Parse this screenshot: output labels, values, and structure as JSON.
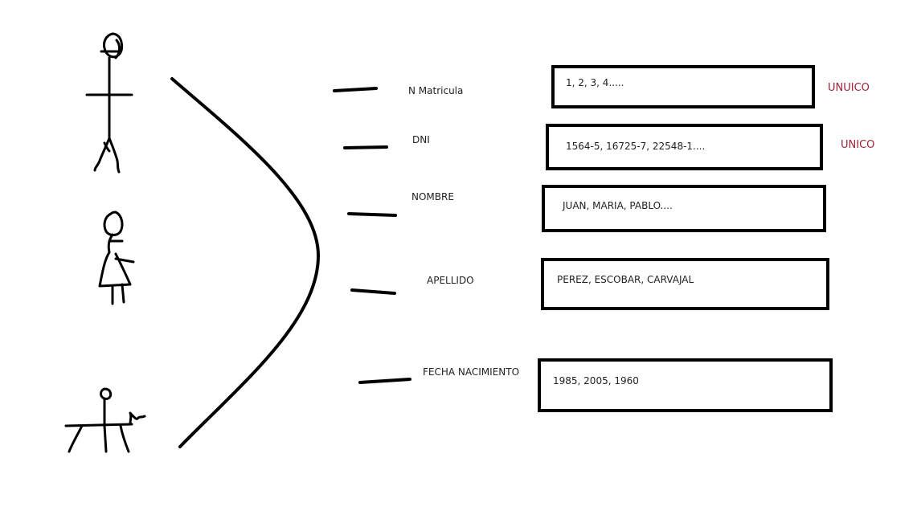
{
  "colors": {
    "ink": "#000000",
    "tag": "#a0203a"
  },
  "fields": [
    {
      "label": "N Matricula",
      "examples": "1, 2, 3, 4.....",
      "tag": "UNUICO"
    },
    {
      "label": "DNI",
      "examples": "1564-5, 16725-7, 22548-1....",
      "tag": "UNICO"
    },
    {
      "label": "NOMBRE",
      "examples": "JUAN, MARIA, PABLO....",
      "tag": ""
    },
    {
      "label": "APELLIDO",
      "examples": "PEREZ, ESCOBAR, CARVAJAL",
      "tag": ""
    },
    {
      "label": "FECHA NACIMIENTO",
      "examples": "1985, 2005, 1960",
      "tag": ""
    }
  ]
}
